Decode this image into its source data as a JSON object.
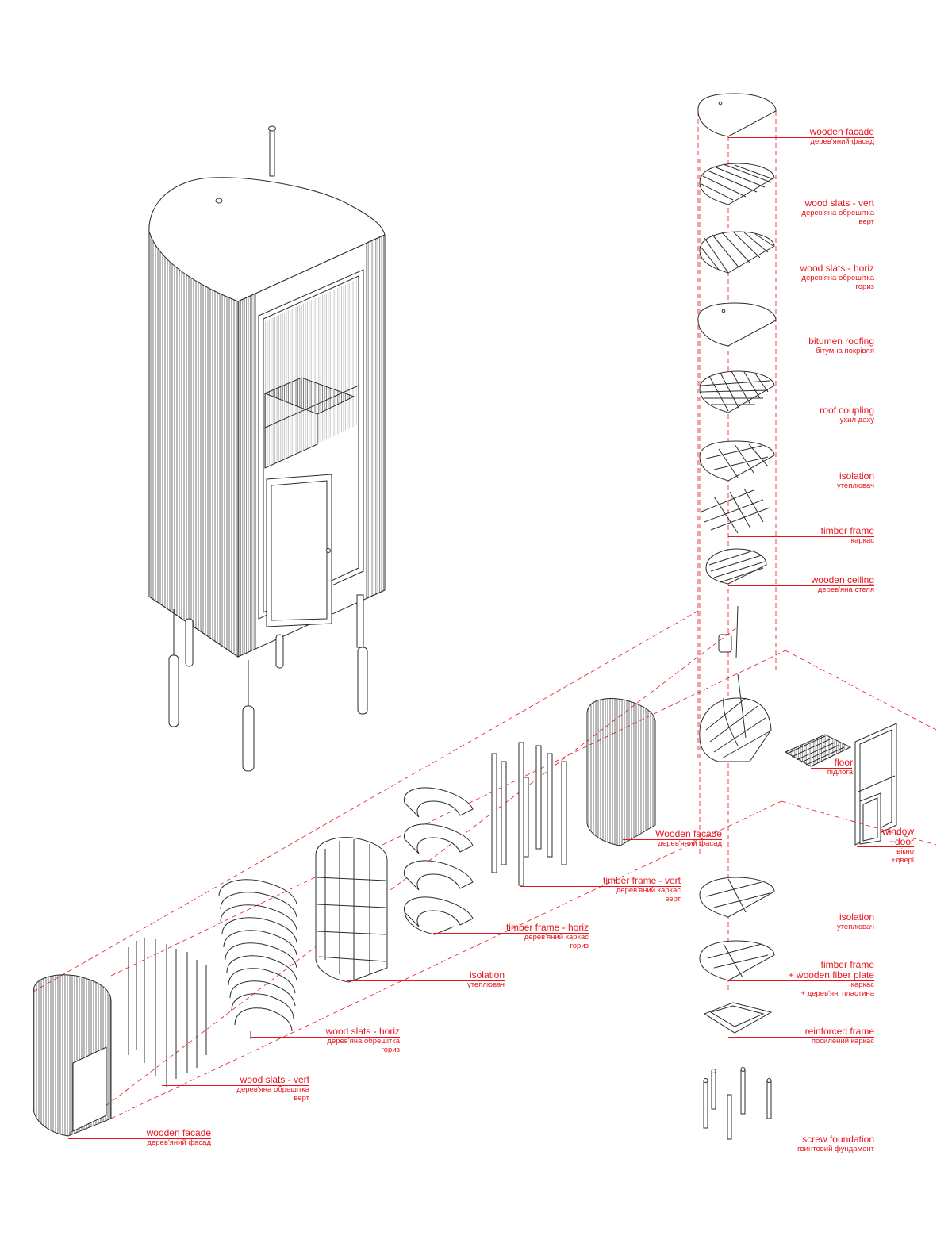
{
  "vertical_stack": [
    {
      "en": "wooden facade",
      "ua": "дерев'яний фасад"
    },
    {
      "en": "wood slats - vert",
      "ua": "дерев'яна обрешітка",
      "ua2": "верт"
    },
    {
      "en": "wood slats - horiz",
      "ua": "дерев'яна обрешітка",
      "ua2": "гориз"
    },
    {
      "en": "bitumen roofing",
      "ua": "бітумна покрівля"
    },
    {
      "en": "roof coupling",
      "ua": "ухил даху"
    },
    {
      "en": "isolation",
      "ua": "утеплювач"
    },
    {
      "en": "timber frame",
      "ua": "каркас"
    },
    {
      "en": "wooden ceiling",
      "ua": "дерев'яна стеля"
    }
  ],
  "floor": {
    "en": "floor",
    "ua": "підлога"
  },
  "window_door": {
    "en1": "window",
    "en2": "+door",
    "ua1": "вікно",
    "ua2": "+двері"
  },
  "bottom_stack": [
    {
      "en": "isolation",
      "ua": "утеплювач"
    },
    {
      "en1": "timber frame",
      "en2": "+ wooden fiber plate",
      "ua1": "каркас",
      "ua2": "+ дерев'яні пластина"
    },
    {
      "en": "reinforced frame",
      "ua": "посилений каркас"
    },
    {
      "en": "screw foundation",
      "ua": "гвинтовий фундамент"
    }
  ],
  "diagonal_stack": [
    {
      "en": "Wooden facade",
      "ua": "дерев'яний фасад"
    },
    {
      "en": "timber frame - vert",
      "ua": "дерев'яний каркас",
      "ua2": "верт"
    },
    {
      "en": "timber frame - horiz",
      "ua": "дерев'яний каркас",
      "ua2": "гориз"
    },
    {
      "en": "isolation",
      "ua": "утеплювач"
    },
    {
      "en": "wood slats - horiz",
      "ua": "дерев'яна обрешітка",
      "ua2": "гориз"
    },
    {
      "en": "wood slats - vert",
      "ua": "дерев'яна обрешітка",
      "ua2": "верт"
    },
    {
      "en": "wooden facade",
      "ua": "дерев'яний фасад"
    }
  ],
  "colors": {
    "label": "#e8141c",
    "ink": "#2b2b2b",
    "background": "#ffffff"
  }
}
